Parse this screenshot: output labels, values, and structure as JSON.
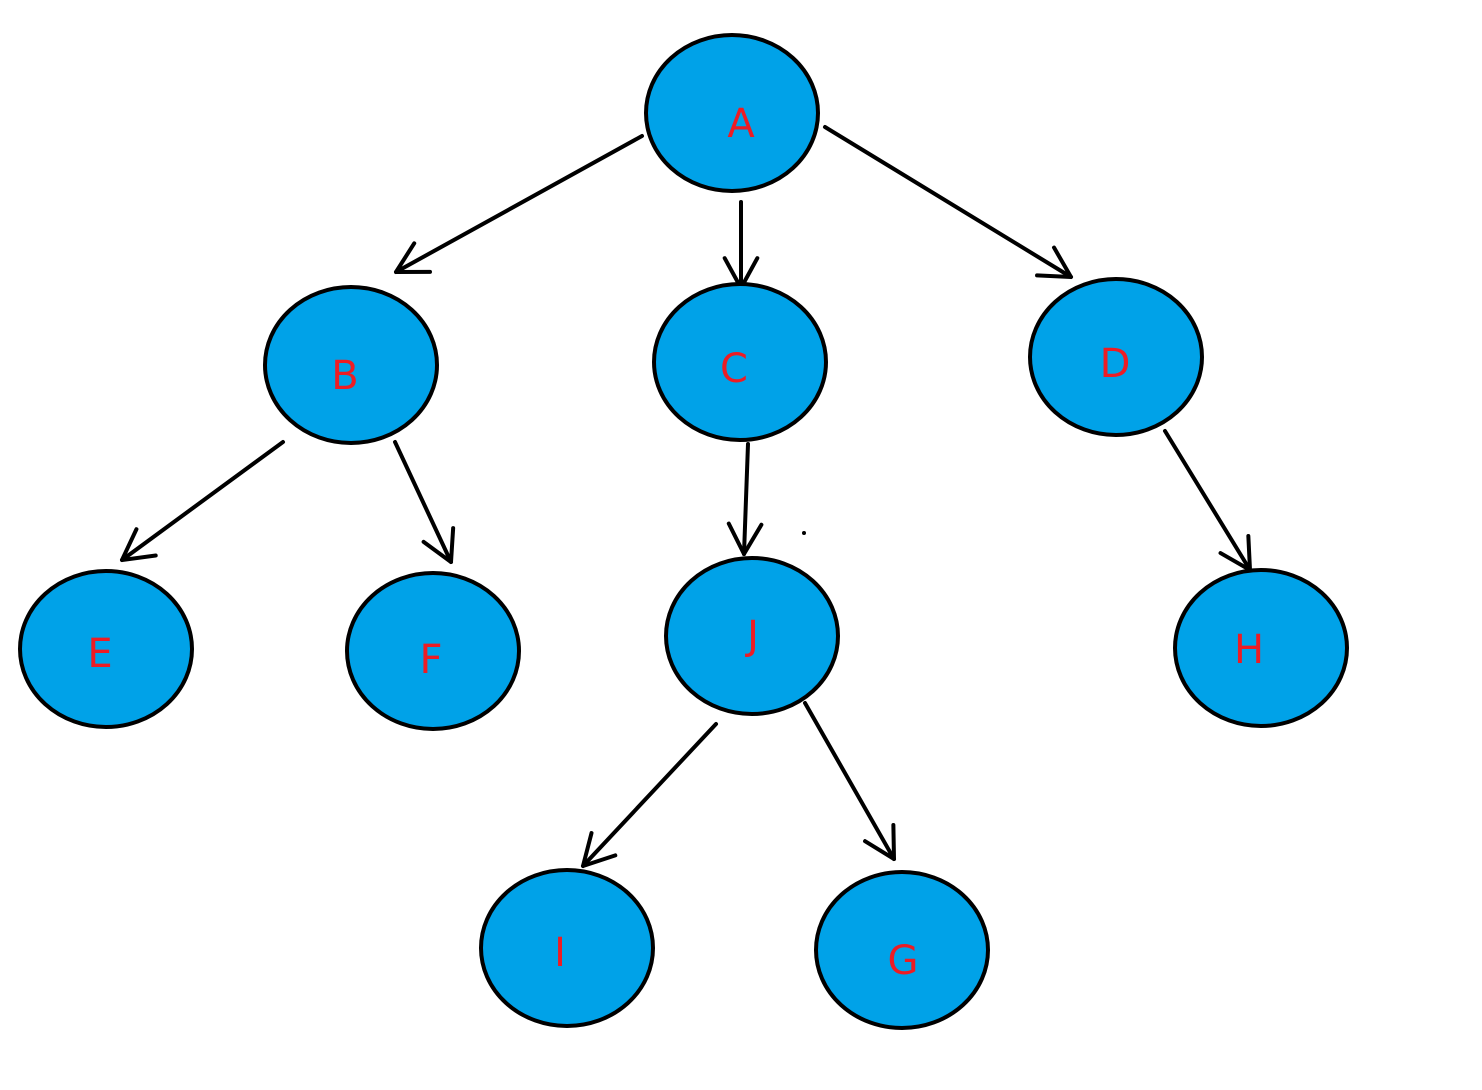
{
  "diagram": {
    "type": "tree",
    "colors": {
      "node_fill": "#00a2e8",
      "node_outline": "#000000",
      "label_text": "#ed1c24",
      "edge": "#000000",
      "background": "#ffffff"
    },
    "nodes": [
      {
        "id": "A",
        "label": "A"
      },
      {
        "id": "B",
        "label": "B"
      },
      {
        "id": "C",
        "label": "C"
      },
      {
        "id": "D",
        "label": "D"
      },
      {
        "id": "E",
        "label": "E"
      },
      {
        "id": "F",
        "label": "F"
      },
      {
        "id": "J",
        "label": "J"
      },
      {
        "id": "H",
        "label": "H"
      },
      {
        "id": "I",
        "label": "I"
      },
      {
        "id": "G",
        "label": "G"
      }
    ],
    "edges": [
      {
        "from": "A",
        "to": "B"
      },
      {
        "from": "A",
        "to": "C"
      },
      {
        "from": "A",
        "to": "D"
      },
      {
        "from": "B",
        "to": "E"
      },
      {
        "from": "B",
        "to": "F"
      },
      {
        "from": "C",
        "to": "J"
      },
      {
        "from": "D",
        "to": "H"
      },
      {
        "from": "J",
        "to": "I"
      },
      {
        "from": "J",
        "to": "G"
      }
    ]
  }
}
